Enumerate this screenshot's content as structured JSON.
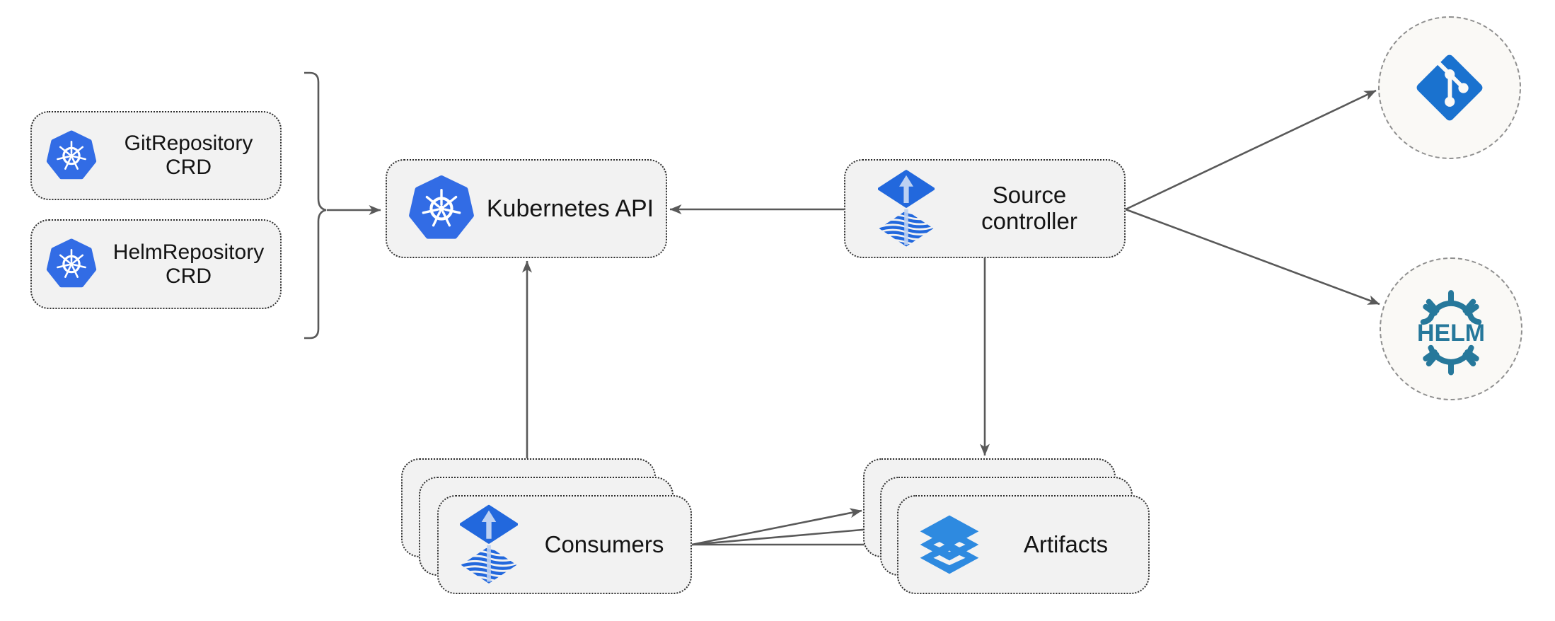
{
  "colors": {
    "canvas_bg": "#ffffff",
    "node_fill": "#f2f2f2",
    "node_border": "#2e2e2e",
    "edge": "#595959",
    "text": "#141414",
    "endpoint_fill": "#faf9f6",
    "endpoint_border": "#8f8f8f",
    "kubernetes_blue": "#326ce5",
    "flux_blue": "#2268dd",
    "flux_arrow_light": "#bdd1f2",
    "git_blue": "#1a72cf",
    "helm_teal": "#26789b",
    "artifacts_blue": "#2e8ae0"
  },
  "nodes": {
    "git_repository_crd": {
      "line1": "GitRepository",
      "line2": "CRD",
      "icon": "kubernetes-icon"
    },
    "helm_repository_crd": {
      "line1": "HelmRepository",
      "line2": "CRD",
      "icon": "kubernetes-icon"
    },
    "kubernetes_api": {
      "label": "Kubernetes API",
      "icon": "kubernetes-icon"
    },
    "source_controller": {
      "line1": "Source",
      "line2": "controller",
      "icon": "flux-icon"
    },
    "consumers": {
      "label": "Consumers",
      "icon": "flux-icon",
      "stacked": 3
    },
    "artifacts": {
      "label": "Artifacts",
      "icon": "artifacts-icon",
      "stacked": 3
    },
    "git_remote": {
      "icon": "git-icon"
    },
    "helm_remote": {
      "icon": "helm-icon",
      "label": "HELM"
    }
  },
  "edges": [
    {
      "from": "crd-group",
      "to": "kubernetes-api",
      "arrow": true
    },
    {
      "from": "source-controller",
      "to": "kubernetes-api",
      "arrow": true
    },
    {
      "from": "consumers",
      "to": "kubernetes-api",
      "arrow": true
    },
    {
      "from": "source-controller",
      "to": "artifacts",
      "arrow": true
    },
    {
      "from": "source-controller",
      "to": "git-remote",
      "arrow": true
    },
    {
      "from": "source-controller",
      "to": "helm-remote",
      "arrow": true
    },
    {
      "from": "consumers",
      "to": "artifacts",
      "arrow": true
    },
    {
      "from": "consumers",
      "to": "artifacts",
      "arrow": true
    },
    {
      "from": "consumers",
      "to": "artifacts",
      "arrow": true
    }
  ]
}
